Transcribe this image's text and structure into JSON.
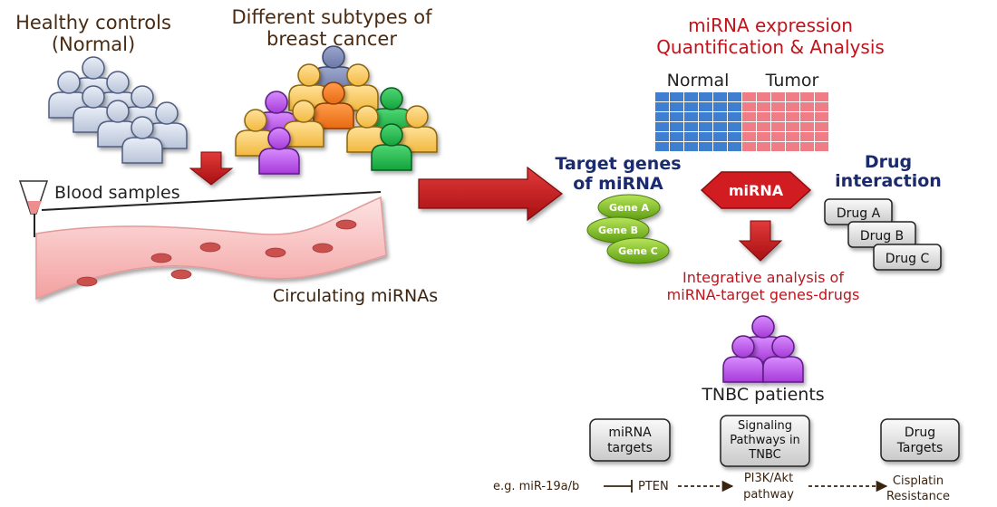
{
  "labels": {
    "healthy": [
      "Healthy controls",
      "(Normal)"
    ],
    "subtypes": [
      "Different subtypes of",
      "breast cancer"
    ],
    "blood_samples": "Blood samples",
    "circulating": "Circulating miRNAs",
    "expression": [
      "miRNA expression",
      "Quantification & Analysis"
    ],
    "normal": "Normal",
    "tumor": "Tumor",
    "target_genes": [
      "Target genes",
      "of miRNA"
    ],
    "mirna": "miRNA",
    "drug_interaction": [
      "Drug",
      "interaction"
    ],
    "integrative": [
      "Integrative analysis of",
      "miRNA-target genes-drugs"
    ],
    "tnbc": "TNBC patients"
  },
  "genes": [
    "Gene A",
    "Gene B",
    "Gene C"
  ],
  "drugs": [
    "Drug A",
    "Drug B",
    "Drug C"
  ],
  "boxes": [
    [
      "miRNA",
      "targets"
    ],
    [
      "Signaling",
      "Pathways in",
      "TNBC"
    ],
    [
      "Drug",
      "Targets"
    ]
  ],
  "pathway": {
    "example": "e.g. miR-19a/b",
    "pten": "PTEN",
    "pi3k": [
      "PI3K/Akt",
      "pathway"
    ],
    "cisplatin": [
      "Cisplatin",
      "Resistance"
    ]
  },
  "colors": {
    "title_dark": "#4a2a10",
    "title_red": "#c0131b",
    "title_blue": "#1a2a6e",
    "arrow_red": "#c21a1a",
    "heat_blue": "#3f7fd1",
    "heat_red": "#f07d86",
    "gene_green": "#7fbf1e",
    "mirna_red": "#d11a22",
    "tnbc_purple": "#b044e0"
  },
  "icons": [
    "healthy-people-icon",
    "cancer-people-icon",
    "blood-tube-icon",
    "blood-vessel-icon",
    "mirna-hexagon-icon",
    "tnbc-people-icon"
  ]
}
